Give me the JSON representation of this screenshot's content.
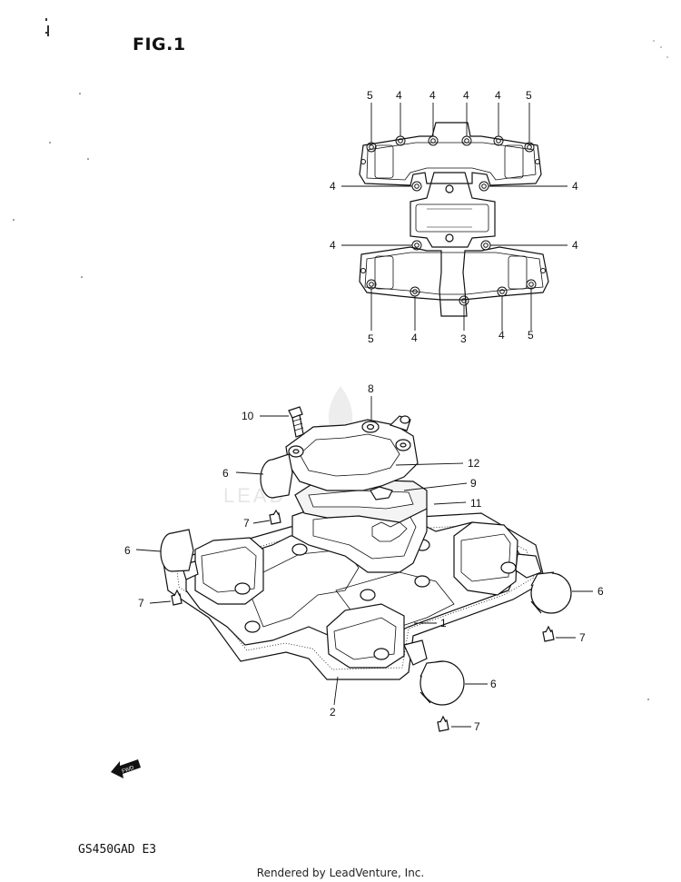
{
  "figure": {
    "title": "FIG.1"
  },
  "model_code": "GS450GAD  E3",
  "footer": "Rendered by LeadVenture, Inc.",
  "watermark": {
    "text": "LEAD"
  },
  "fwd_arrow": {
    "label": "FWD"
  },
  "callouts": {
    "top": {
      "r1": [
        "5",
        "4",
        "4",
        "4",
        "4",
        "5"
      ],
      "left_mid_upper": "4",
      "right_mid_upper": "4",
      "left_mid_lower": "4",
      "right_mid_lower": "4",
      "bottom": [
        "5",
        "4",
        "3",
        "4",
        "5"
      ]
    },
    "main": {
      "p1": "1",
      "p2": "2",
      "p6a": "6",
      "p6b": "6",
      "p6c": "6",
      "p6d": "6",
      "p7a": "7",
      "p7b": "7",
      "p7c": "7",
      "p7d": "7",
      "p8": "8",
      "p9": "9",
      "p10": "10",
      "p11": "11",
      "p12": "12"
    }
  },
  "colors": {
    "line": "#111111",
    "paper": "#ffffff",
    "watermark": "#e4e4e4"
  }
}
